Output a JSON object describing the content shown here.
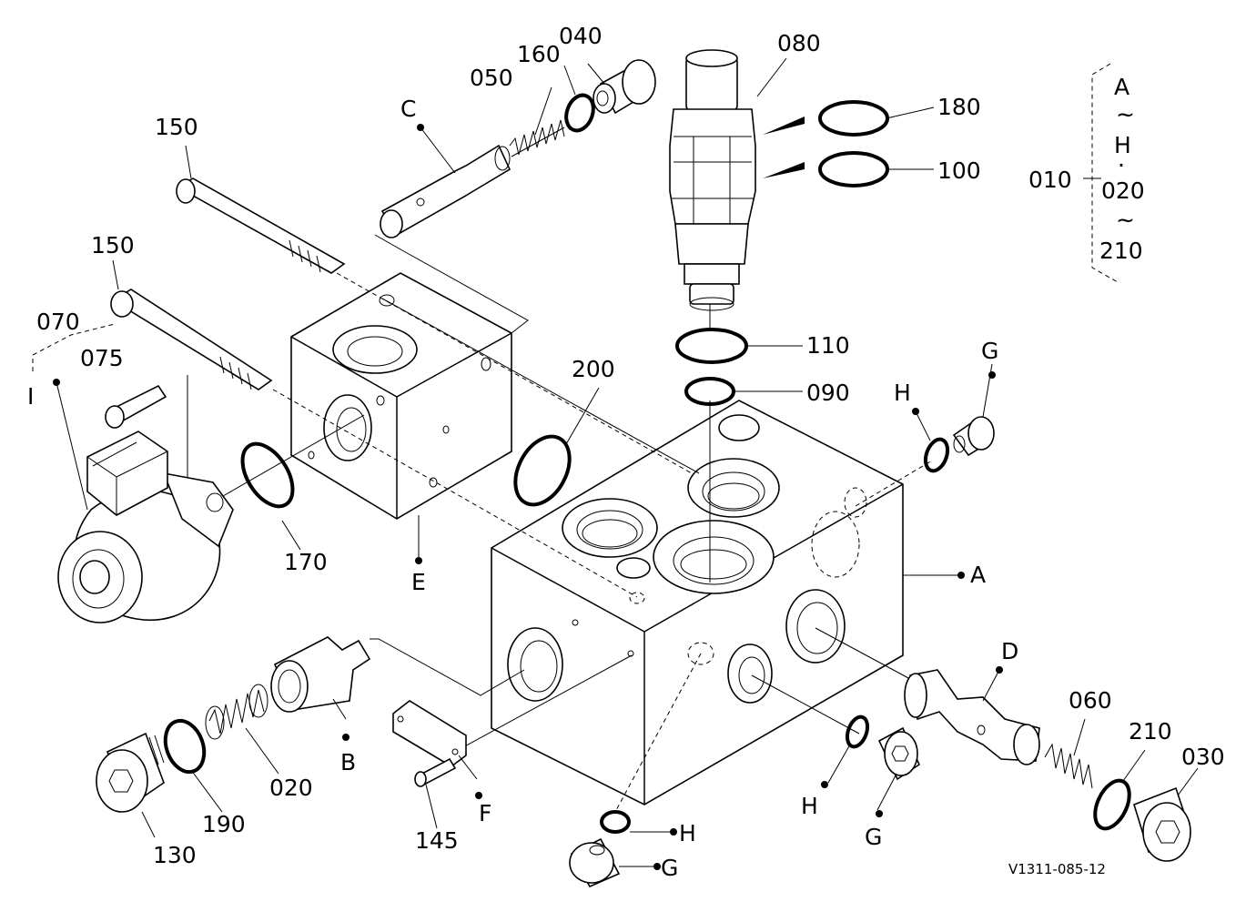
{
  "diagram": {
    "code": "V1311-085-12",
    "callouts": {
      "c010": "010",
      "c020": "020",
      "c030": "030",
      "c040": "040",
      "c050": "050",
      "c060": "060",
      "c070": "070",
      "c075": "075",
      "c080": "080",
      "c090": "090",
      "c100": "100",
      "c110": "110",
      "c130": "130",
      "c145": "145",
      "c150a": "150",
      "c150b": "150",
      "c160": "160",
      "c170": "170",
      "c180": "180",
      "c190": "190",
      "c200": "200",
      "c210": "210"
    },
    "letters": {
      "A": "A",
      "B": "B",
      "C": "C",
      "D": "D",
      "E": "E",
      "F": "F",
      "G1": "G",
      "G2": "G",
      "G3": "G",
      "H1": "H",
      "H2": "H",
      "H3": "H",
      "I": "I"
    },
    "bracket": {
      "top": "A",
      "tilde1": "~",
      "mid": "H",
      "dot": "·",
      "item": "020",
      "tilde2": "~",
      "bottom": "210"
    }
  }
}
